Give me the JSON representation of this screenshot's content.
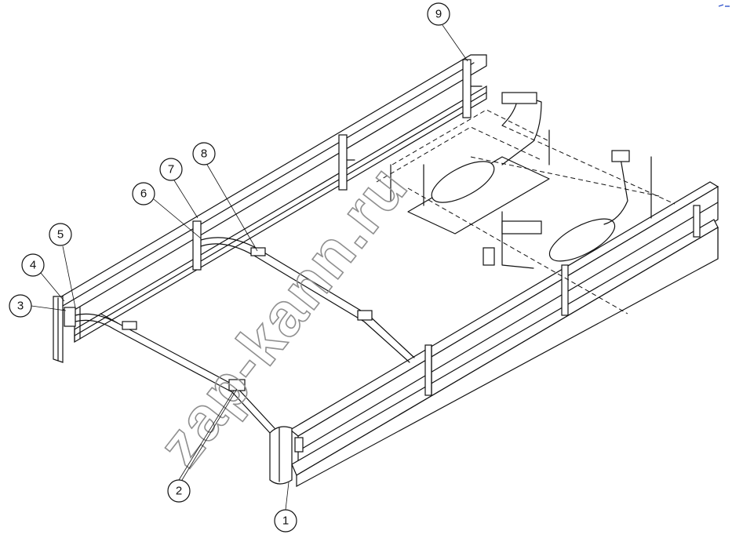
{
  "drawing": {
    "callouts": [
      {
        "id": "1",
        "label": "1"
      },
      {
        "id": "2",
        "label": "2"
      },
      {
        "id": "3",
        "label": "3"
      },
      {
        "id": "4",
        "label": "4"
      },
      {
        "id": "5",
        "label": "5"
      },
      {
        "id": "6",
        "label": "6"
      },
      {
        "id": "7",
        "label": "7"
      },
      {
        "id": "8",
        "label": "8"
      },
      {
        "id": "9",
        "label": "9"
      }
    ],
    "watermark": "zap-kann.ru"
  }
}
